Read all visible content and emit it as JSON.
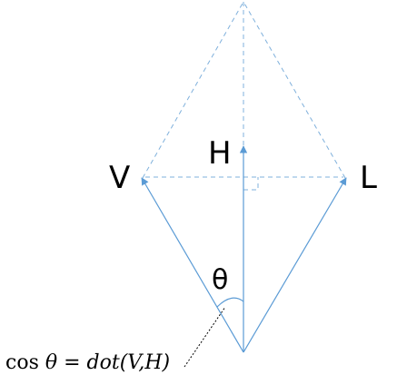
{
  "labels": {
    "v": "V",
    "l": "L",
    "h": "H",
    "theta": "θ"
  },
  "formula": {
    "prefix": "cos ",
    "theta": "θ",
    "equals": " = ",
    "expr": "dot(V,H)"
  },
  "colors": {
    "vector": "#5b9bd5",
    "guide": "#7fb0dc",
    "leader": "#000000",
    "text": "#000000"
  }
}
